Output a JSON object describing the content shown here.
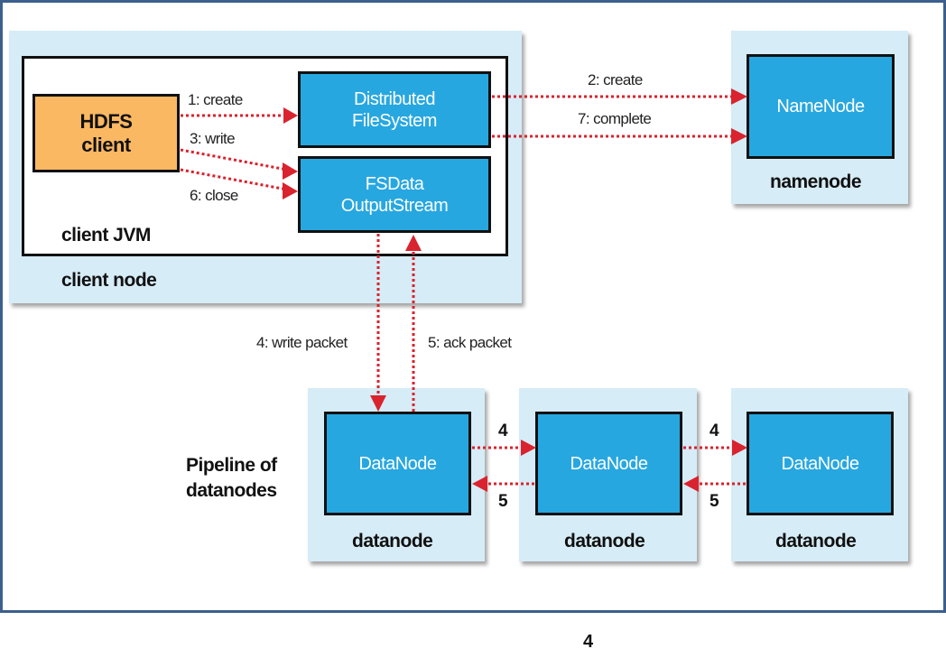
{
  "diagram": {
    "client_node": {
      "label": "client node",
      "jvm_label": "client JVM",
      "hdfs_client": [
        "HDFS",
        "client"
      ],
      "dfs": [
        "Distributed",
        "FileSystem"
      ],
      "fsdata": [
        "FSData",
        "OutputStream"
      ]
    },
    "namenode": {
      "inner": "NameNode",
      "label": "namenode"
    },
    "pipeline_label": [
      "Pipeline of",
      "datanodes"
    ],
    "datanodes": [
      {
        "inner": "DataNode",
        "label": "datanode"
      },
      {
        "inner": "DataNode",
        "label": "datanode"
      },
      {
        "inner": "DataNode",
        "label": "datanode"
      }
    ],
    "edges": {
      "create1": "1: create",
      "create2": "2: create",
      "write3": "3: write",
      "write_packet4": "4: write packet",
      "ack_packet5": "5: ack packet",
      "close6": "6: close",
      "complete7": "7: complete",
      "pipe_fwd": "4",
      "pipe_ack": "5"
    },
    "colors": {
      "frame": "#3c5f8c",
      "panel": "#d6ecf7",
      "component": "#27a7e0",
      "client": "#fbb862",
      "arrow": "#d9232e"
    }
  },
  "page_number": "4"
}
